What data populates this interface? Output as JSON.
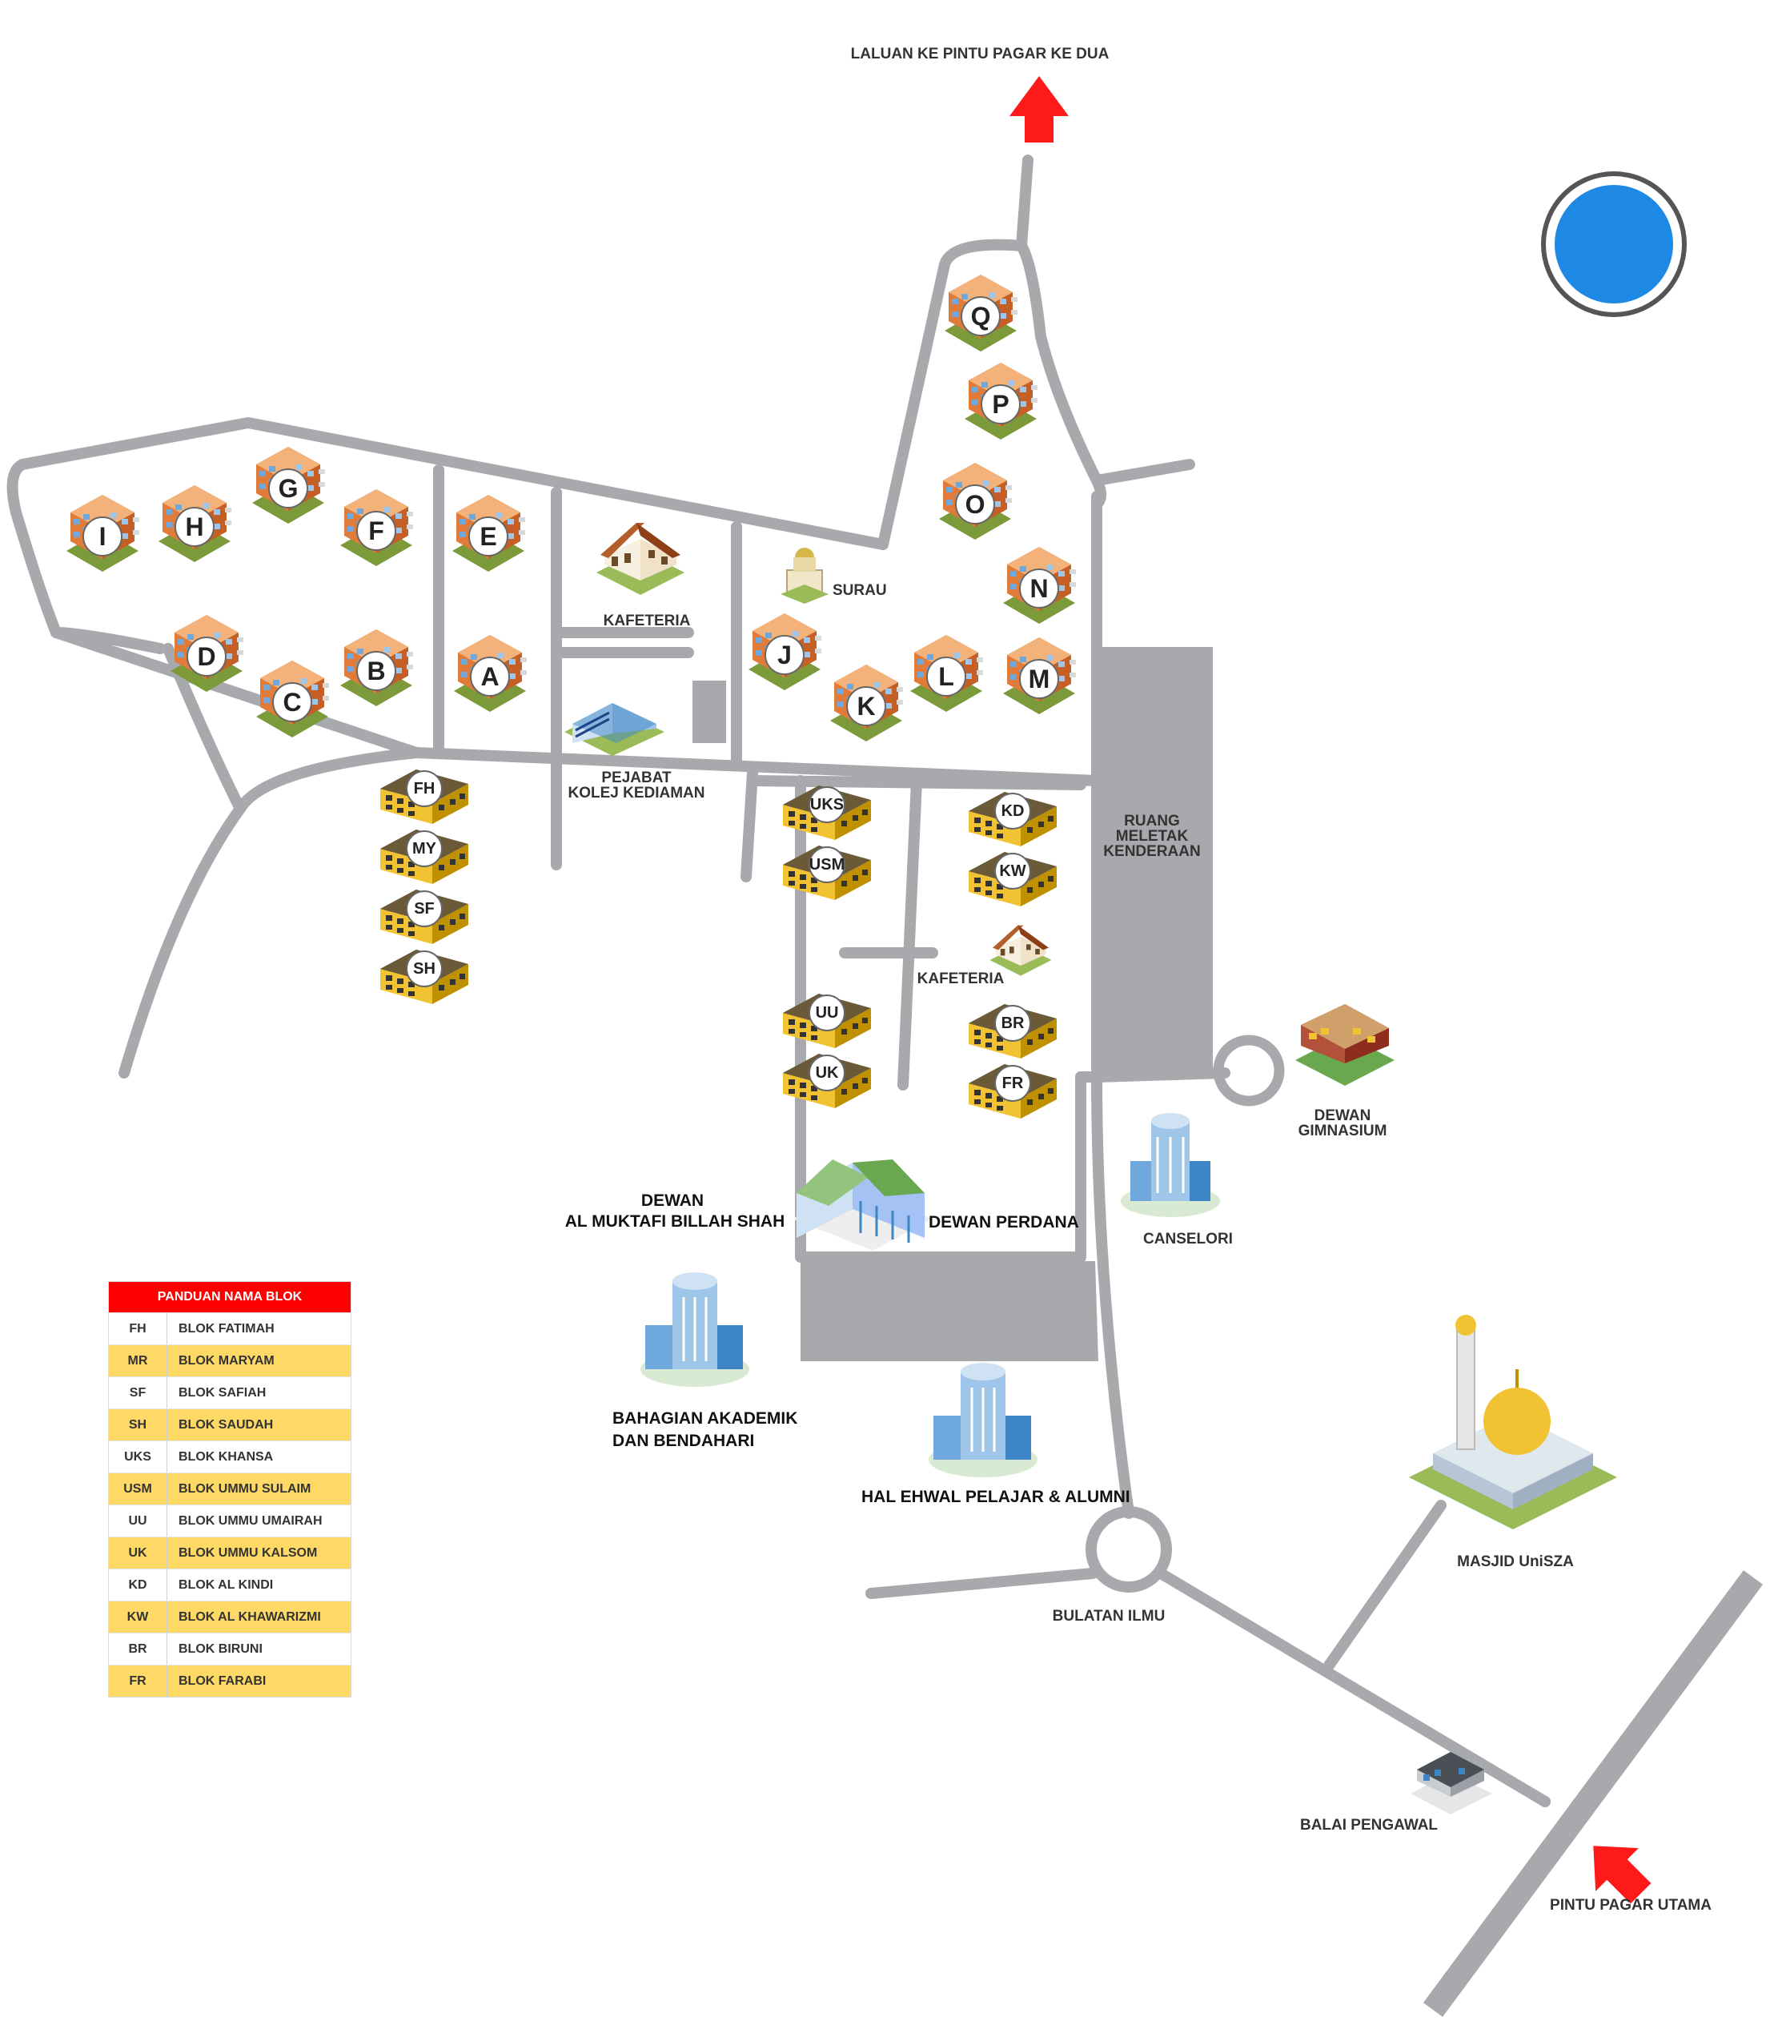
{
  "labels": {
    "second_gate_route": "LALUAN KE PINTU PAGAR KE DUA",
    "surau": "SURAU",
    "kafeteria_1": "KAFETERIA",
    "pejabat_line1": "PEJABAT",
    "pejabat_line2": "KOLEJ KEDIAMAN",
    "parking_line1": "RUANG",
    "parking_line2": "MELETAK",
    "parking_line3": "KENDERAAN",
    "kafeteria_2": "KAFETERIA",
    "dewan_gimnasium_line1": "DEWAN",
    "dewan_gimnasium_line2": "GIMNASIUM",
    "canselori": "CANSELORI",
    "dewan_muktafi_line1": "DEWAN",
    "dewan_muktafi_line2": "AL MUKTAFI BILLAH SHAH",
    "dewan_perdana": "DEWAN PERDANA",
    "bahagian_line1": "BAHAGIAN AKADEMIK",
    "bahagian_line2": "DAN BENDAHARI",
    "hal_ehwal": "HAL EHWAL PELAJAR & ALUMNI",
    "masjid": "MASJID UniSZA",
    "bulatan_ilmu": "BULATAN ILMU",
    "balai_pengawal": "BALAI PENGAWAL",
    "pintu_pagar_utama": "PINTU PAGAR UTAMA"
  },
  "blocks_orange": [
    "Q",
    "P",
    "O",
    "N",
    "M",
    "L",
    "K",
    "J",
    "I",
    "H",
    "G",
    "F",
    "E",
    "D",
    "C",
    "B",
    "A"
  ],
  "blocks_yellow": [
    "FH",
    "MY",
    "SF",
    "SH",
    "UKS",
    "USM",
    "KD",
    "KW",
    "UU",
    "UK",
    "BR",
    "FR"
  ],
  "icons": {
    "compass": "compass-icon",
    "arrow_north": "red-arrow-icon",
    "arrow_main_gate": "red-arrow-icon"
  },
  "colors": {
    "road": "#a7a9ac",
    "parking": "#a7a9ac",
    "arrow": "#ff1a1a",
    "legend_header": "#ff0000",
    "legend_alt_row": "#ffd966",
    "compass_blue": "#1e88e5"
  },
  "legend": {
    "title": "PANDUAN NAMA BLOK",
    "rows": [
      {
        "code": "FH",
        "name": "BLOK FATIMAH"
      },
      {
        "code": "MR",
        "name": "BLOK MARYAM"
      },
      {
        "code": "SF",
        "name": "BLOK SAFIAH"
      },
      {
        "code": "SH",
        "name": "BLOK SAUDAH"
      },
      {
        "code": "UKS",
        "name": "BLOK KHANSA"
      },
      {
        "code": "USM",
        "name": "BLOK UMMU SULAIM"
      },
      {
        "code": "UU",
        "name": "BLOK UMMU UMAIRAH"
      },
      {
        "code": "UK",
        "name": "BLOK UMMU KALSOM"
      },
      {
        "code": "KD",
        "name": "BLOK AL KINDI"
      },
      {
        "code": "KW",
        "name": "BLOK AL KHAWARIZMI"
      },
      {
        "code": "BR",
        "name": "BLOK BIRUNI"
      },
      {
        "code": "FR",
        "name": "BLOK FARABI"
      }
    ]
  }
}
